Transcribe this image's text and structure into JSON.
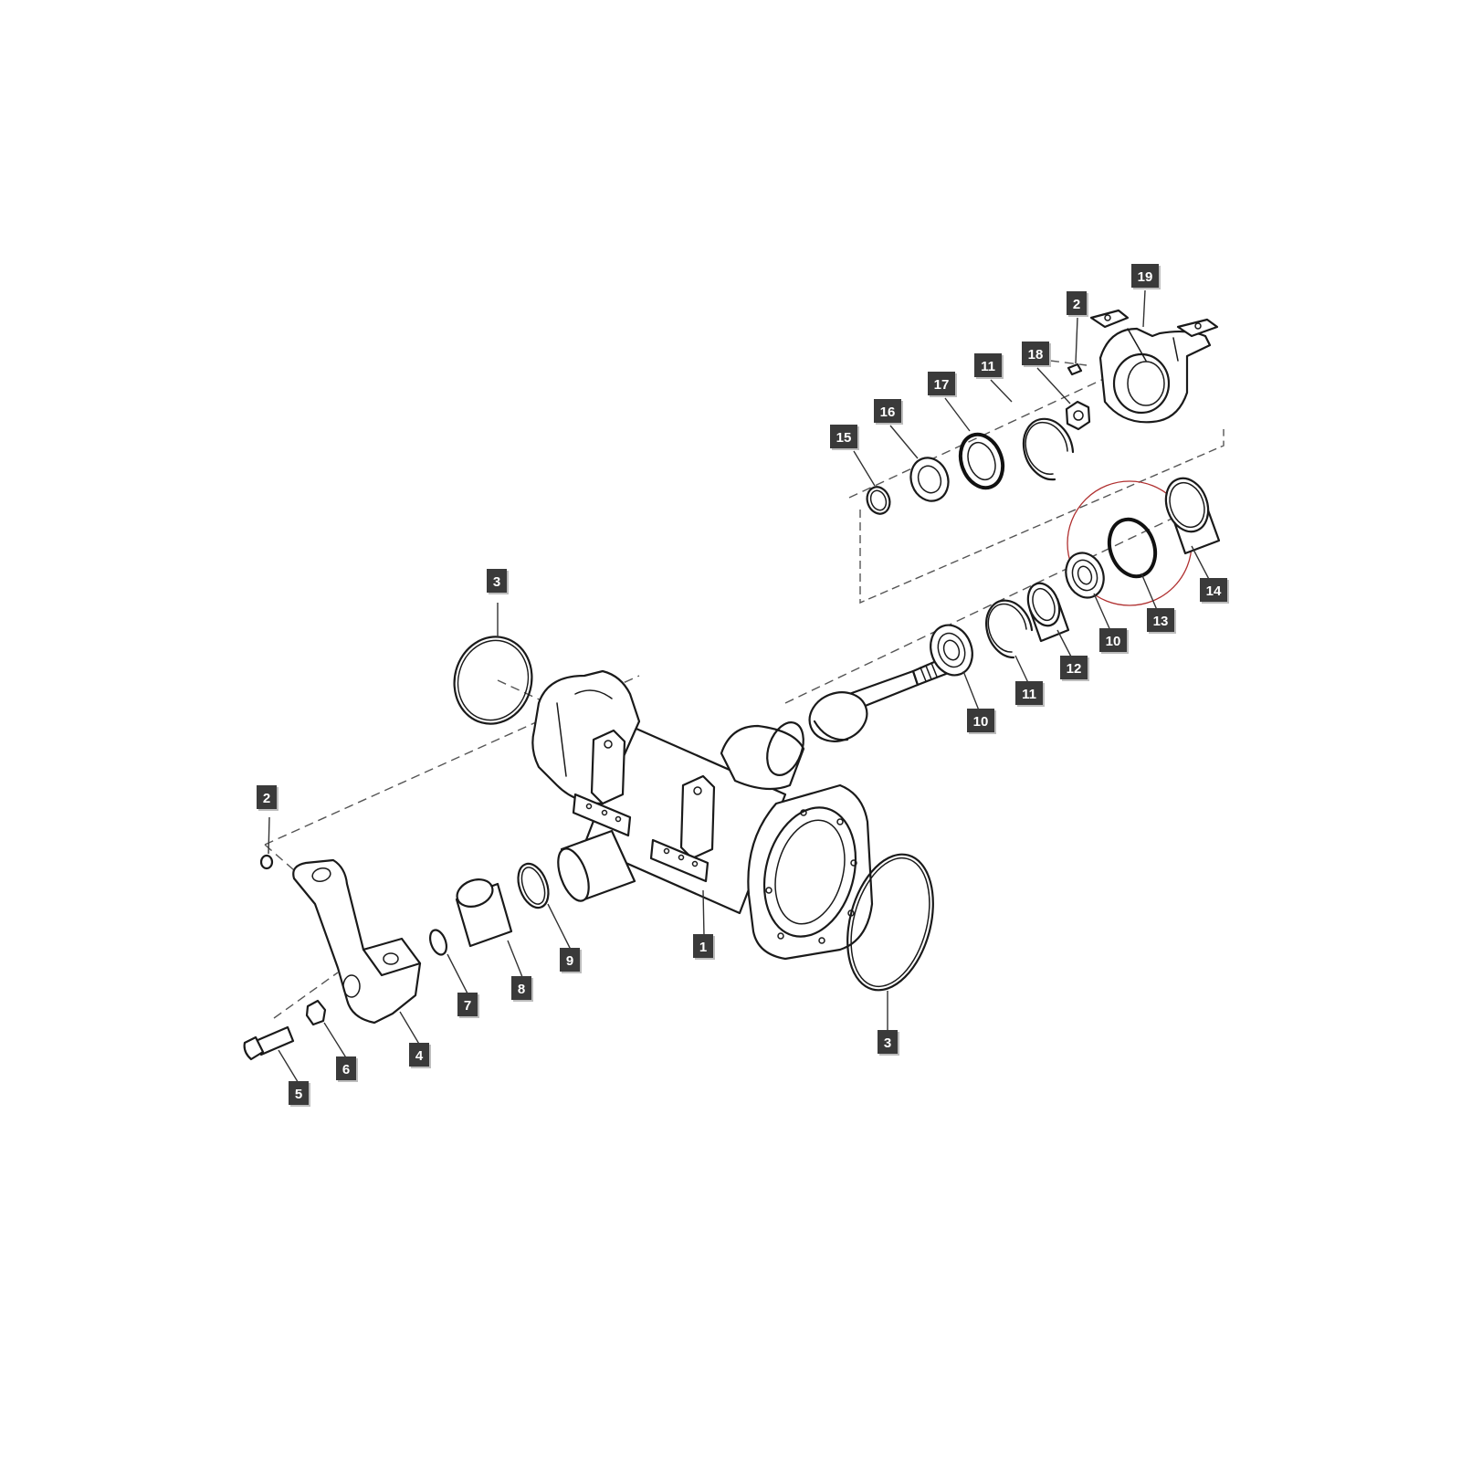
{
  "colors": {
    "line": "#1a1a1a",
    "callout_fill": "#3a3a3a",
    "callout_text": "#ffffff",
    "highlight_circle": "#b03030",
    "background": "#ffffff"
  },
  "callouts": [
    {
      "id": "c19",
      "label": "19"
    },
    {
      "id": "c2a",
      "label": "2"
    },
    {
      "id": "c18",
      "label": "18"
    },
    {
      "id": "c11a",
      "label": "11"
    },
    {
      "id": "c17",
      "label": "17"
    },
    {
      "id": "c16",
      "label": "16"
    },
    {
      "id": "c15",
      "label": "15"
    },
    {
      "id": "c14",
      "label": "14"
    },
    {
      "id": "c13",
      "label": "13"
    },
    {
      "id": "c10a",
      "label": "10"
    },
    {
      "id": "c12",
      "label": "12"
    },
    {
      "id": "c11b",
      "label": "11"
    },
    {
      "id": "c10b",
      "label": "10"
    },
    {
      "id": "c3a",
      "label": "3"
    },
    {
      "id": "c2b",
      "label": "2"
    },
    {
      "id": "c1",
      "label": "1"
    },
    {
      "id": "c9",
      "label": "9"
    },
    {
      "id": "c8",
      "label": "8"
    },
    {
      "id": "c7",
      "label": "7"
    },
    {
      "id": "c4",
      "label": "4"
    },
    {
      "id": "c6",
      "label": "6"
    },
    {
      "id": "c5",
      "label": "5"
    },
    {
      "id": "c3b",
      "label": "3"
    }
  ]
}
